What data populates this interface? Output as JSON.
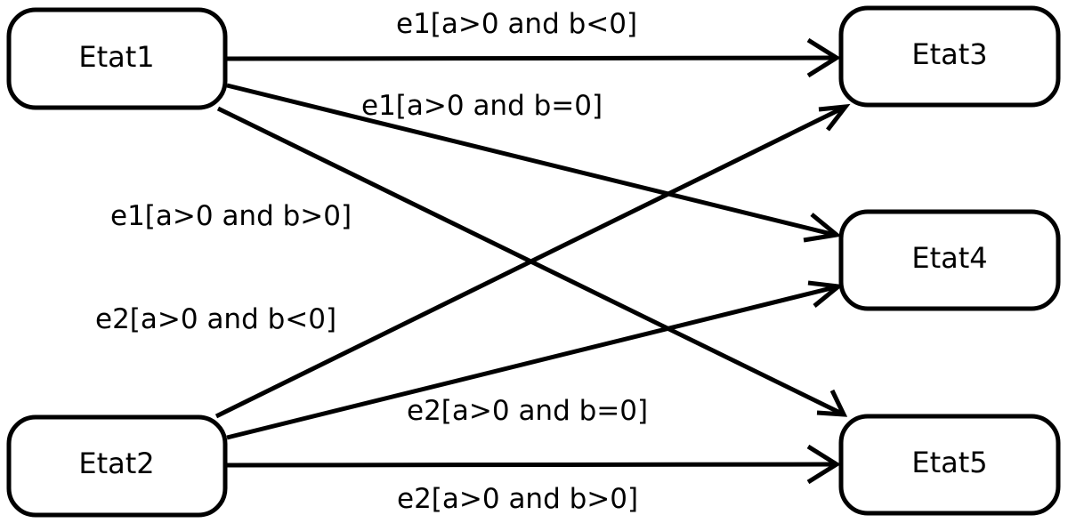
{
  "diagram": {
    "states": {
      "etat1": "Etat1",
      "etat2": "Etat2",
      "etat3": "Etat3",
      "etat4": "Etat4",
      "etat5": "Etat5"
    },
    "transitions": [
      {
        "from": "Etat1",
        "to": "Etat3",
        "label": "e1[a>0 and b<0]"
      },
      {
        "from": "Etat1",
        "to": "Etat4",
        "label": "e1[a>0 and b=0]"
      },
      {
        "from": "Etat1",
        "to": "Etat5",
        "label": "e1[a>0 and b>0]"
      },
      {
        "from": "Etat2",
        "to": "Etat3",
        "label": "e2[a>0 and b<0]"
      },
      {
        "from": "Etat2",
        "to": "Etat4",
        "label": "e2[a>0 and b=0]"
      },
      {
        "from": "Etat2",
        "to": "Etat5",
        "label": "e2[a>0 and b>0]"
      }
    ]
  },
  "colors": {
    "stroke": "#000000",
    "fill": "#ffffff"
  }
}
